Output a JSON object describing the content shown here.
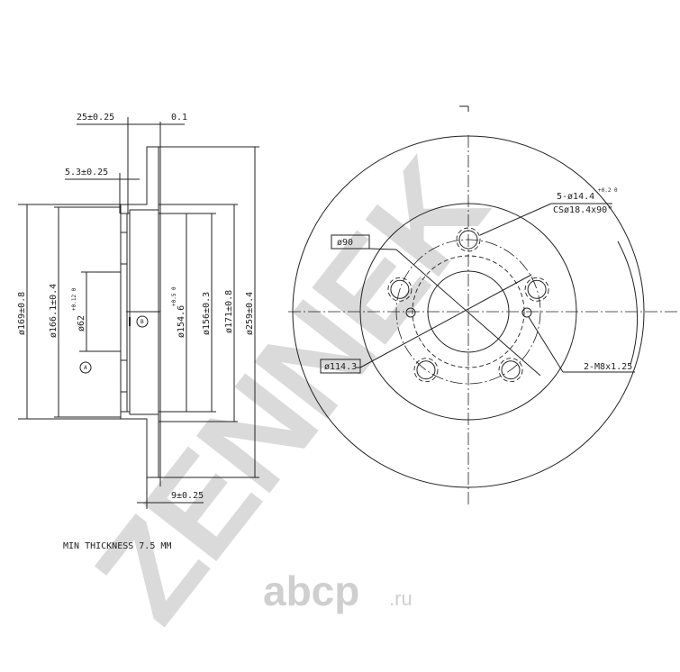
{
  "drawing": {
    "side_view": {
      "dim_offset": "25±0.25",
      "dim_runout": "0.1",
      "dim_hat_thickness": "5.3±0.25",
      "dim_thickness": "9±0.25",
      "dia_169": "ø169±0.8",
      "dia_166": "ø166.1±0.4",
      "dia_62": "ø62",
      "dia_62_tol": "+0.12 0",
      "dia_154": "ø154.6",
      "dia_154_tol": "+0.5 0",
      "dia_156": "ø156±0.3",
      "dia_171": "ø171±0.8",
      "dia_259": "ø259±0.4",
      "datum_a": "A",
      "datum_b": "B"
    },
    "front_view": {
      "bolt_holes": "5-ø14.4",
      "bolt_holes_tol": "+0.2 0",
      "countersink": "CSø18.4x90°",
      "center_bore": "ø90",
      "pcd": "ø114.3",
      "threaded_holes": "2-M8x1.25"
    },
    "note": "MIN THICKNESS 7.5 MM"
  },
  "watermark": {
    "brand": "ZENNEK",
    "site": "abcp",
    "site_tld": ".ru",
    "color": "#d4d4d4"
  }
}
